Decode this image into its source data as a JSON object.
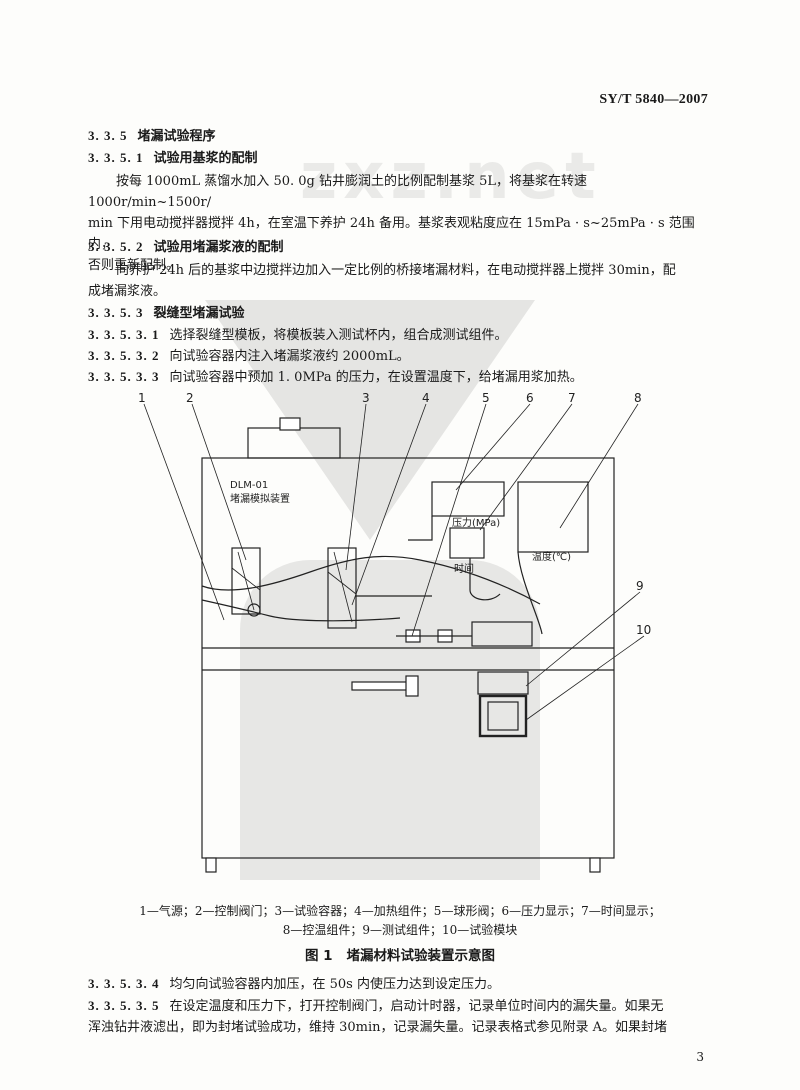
{
  "header": {
    "standard_code": "SY/T 5840—2007"
  },
  "sections": {
    "s335": {
      "num": "3. 3. 5",
      "title": "堵漏试验程序"
    },
    "s3351": {
      "num": "3. 3. 5. 1",
      "title": "试验用基浆的配制"
    },
    "p3351": {
      "line1": "按每 1000mL 蒸馏水加入 50. 0g 钻井膨润土的比例配制基浆 5L，将基浆在转速 1000r/min~1500r/",
      "line2": "min 下用电动搅拌器搅拌 4h，在室温下养护 24h 备用。基浆表观粘度应在 15mPa · s~25mPa · s 范围内，",
      "line3": "否则重新配制。"
    },
    "s3352": {
      "num": "3. 3. 5. 2",
      "title": "试验用堵漏浆液的配制"
    },
    "p3352": {
      "line1": "向养护 24h 后的基浆中边搅拌边加入一定比例的桥接堵漏材料，在电动搅拌器上搅拌 30min，配",
      "line2": "成堵漏浆液。"
    },
    "s3353": {
      "num": "3. 3. 5. 3",
      "title": "裂缝型堵漏试验"
    },
    "s33531": {
      "num": "3. 3. 5. 3. 1",
      "text": "选择裂缝型模板，将模板装入测试杯内，组合成测试组件。"
    },
    "s33532": {
      "num": "3. 3. 5. 3. 2",
      "text": "向试验容器内注入堵漏浆液约 2000mL。"
    },
    "s33533": {
      "num": "3. 3. 5. 3. 3",
      "text": "向试验容器中预加 1. 0MPa 的压力，在设置温度下，给堵漏用浆加热。"
    },
    "s33534": {
      "num": "3. 3. 5. 3. 4",
      "text": "均匀向试验容器内加压，在 50s 内使压力达到设定压力。"
    },
    "s33535": {
      "num": "3. 3. 5. 3. 5",
      "line1": "在设定温度和压力下，打开控制阀门，启动计时器，记录单位时间内的漏失量。如果无",
      "line2": "浑浊钻井液滤出，即为封堵试验成功，维持 30min，记录漏失量。记录表格式参见附录 A。如果封堵"
    }
  },
  "figure": {
    "callouts": [
      "1",
      "2",
      "3",
      "4",
      "5",
      "6",
      "7",
      "8",
      "9",
      "10"
    ],
    "device_name_line1": "DLM-01",
    "device_name_line2": "堵漏模拟装置",
    "pressure_label": "压力(MPa)",
    "time_label": "时间",
    "temperature_label": "温度(℃)",
    "legend_line1": "1—气源；2—控制阀门；3—试验容器；4—加热组件；5—球形阀；6—压力显示；7—时间显示；",
    "legend_line2": "8—控温组件；9—测试组件；10—试验模块",
    "title_number": "图 1",
    "title_text": "堵漏材料试验装置示意图"
  },
  "watermark": {
    "text": "zxz.net"
  },
  "footer": {
    "page_number": "3"
  }
}
